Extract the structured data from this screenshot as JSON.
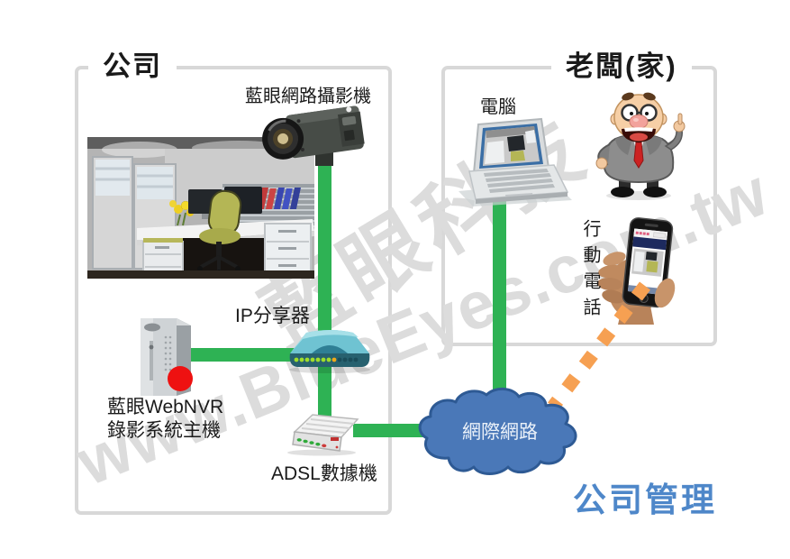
{
  "watermark": {
    "line1": "藍眼科技",
    "line2": "www.BlueEyes.com.tw"
  },
  "company": {
    "title": "公司",
    "camera_label": "藍眼網路攝影機",
    "router_label": "IP分享器",
    "nvr_label_line1": "藍眼WebNVR",
    "nvr_label_line2": "錄影系統主機",
    "modem_label": "ADSL數據機"
  },
  "boss": {
    "title": "老闆(家)",
    "computer_label": "電腦",
    "phone_label": "行動電話"
  },
  "internet": {
    "label": "網際網路"
  },
  "caption": {
    "text": "公司管理"
  },
  "colors": {
    "connection_green": "#2eb254",
    "wireless_orange": "#f6a052",
    "cloud_fill": "#4a78b8",
    "cloud_border": "#2e5a94",
    "caption_blue": "#4e87c9",
    "box_border_gray": "#d8d8d8",
    "alert_red": "#ee1111",
    "watermark_gray": "#dcdcdc"
  }
}
